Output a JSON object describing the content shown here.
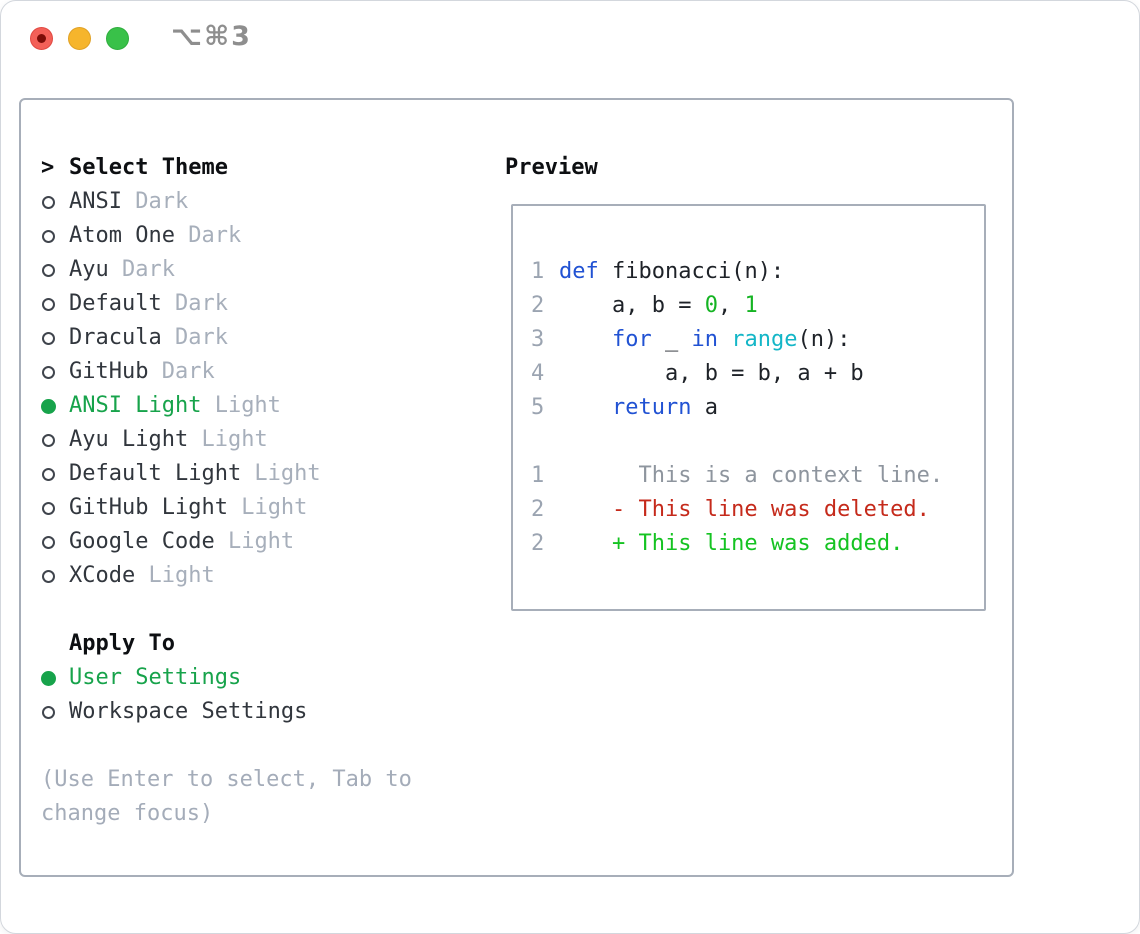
{
  "titlebar": {
    "title": "⌥⌘3",
    "buttons": [
      "close",
      "minimize",
      "zoom"
    ]
  },
  "theme_panel": {
    "header_prefix": ">",
    "header": "Select Theme",
    "items": [
      {
        "name": "ANSI",
        "tag": "Dark",
        "selected": false
      },
      {
        "name": "Atom One",
        "tag": "Dark",
        "selected": false
      },
      {
        "name": "Ayu",
        "tag": "Dark",
        "selected": false
      },
      {
        "name": "Default",
        "tag": "Dark",
        "selected": false
      },
      {
        "name": "Dracula",
        "tag": "Dark",
        "selected": false
      },
      {
        "name": "GitHub",
        "tag": "Dark",
        "selected": false
      },
      {
        "name": "ANSI Light",
        "tag": "Light",
        "selected": true
      },
      {
        "name": "Ayu Light",
        "tag": "Light",
        "selected": false
      },
      {
        "name": "Default Light",
        "tag": "Light",
        "selected": false
      },
      {
        "name": "GitHub Light",
        "tag": "Light",
        "selected": false
      },
      {
        "name": "Google Code",
        "tag": "Light",
        "selected": false
      },
      {
        "name": "XCode",
        "tag": "Light",
        "selected": false
      }
    ]
  },
  "apply_to": {
    "header": "Apply To",
    "options": [
      {
        "label": "User Settings",
        "selected": true
      },
      {
        "label": "Workspace Settings",
        "selected": false
      }
    ]
  },
  "help_text": "(Use Enter to select, Tab to change focus)",
  "preview": {
    "header": "Preview",
    "lines": [
      {
        "num": "1",
        "tokens": [
          {
            "t": "def",
            "c": "keyword"
          },
          {
            "t": " fibonacci(n):",
            "c": "plain"
          }
        ]
      },
      {
        "num": "2",
        "tokens": [
          {
            "t": "    a, b = ",
            "c": "plain"
          },
          {
            "t": "0",
            "c": "number"
          },
          {
            "t": ", ",
            "c": "plain"
          },
          {
            "t": "1",
            "c": "number"
          }
        ]
      },
      {
        "num": "3",
        "tokens": [
          {
            "t": "    ",
            "c": "plain"
          },
          {
            "t": "for",
            "c": "keyword"
          },
          {
            "t": " _ ",
            "c": "plain"
          },
          {
            "t": "in",
            "c": "keyword"
          },
          {
            "t": " ",
            "c": "plain"
          },
          {
            "t": "range",
            "c": "builtin"
          },
          {
            "t": "(n):",
            "c": "plain"
          }
        ]
      },
      {
        "num": "4",
        "tokens": [
          {
            "t": "        a, b = b, a + b",
            "c": "plain"
          }
        ]
      },
      {
        "num": "5",
        "tokens": [
          {
            "t": "    ",
            "c": "plain"
          },
          {
            "t": "return",
            "c": "keyword"
          },
          {
            "t": " a",
            "c": "plain"
          }
        ]
      },
      {
        "num": "",
        "tokens": []
      },
      {
        "num": "1",
        "tokens": [
          {
            "t": "      This is a context line.",
            "c": "context"
          }
        ]
      },
      {
        "num": "2",
        "tokens": [
          {
            "t": "    - This line was deleted.",
            "c": "deleted"
          }
        ]
      },
      {
        "num": "2",
        "tokens": [
          {
            "t": "    + This line was added.",
            "c": "added"
          }
        ]
      }
    ]
  },
  "colors": {
    "accent_green": "#17a34b",
    "keyword_blue": "#2152d3",
    "builtin_cyan": "#14b6c7",
    "number_green": "#15b423",
    "added_green": "#15c322",
    "deleted_red": "#c52a1b",
    "context_gray": "#8e959e",
    "tag_gray": "#a7afbb",
    "line_number_gray": "#9ba4b1",
    "panel_border": "#a7aeb9",
    "traffic_red": "#f36058",
    "traffic_yellow": "#f6b52c",
    "traffic_green": "#39c149"
  }
}
